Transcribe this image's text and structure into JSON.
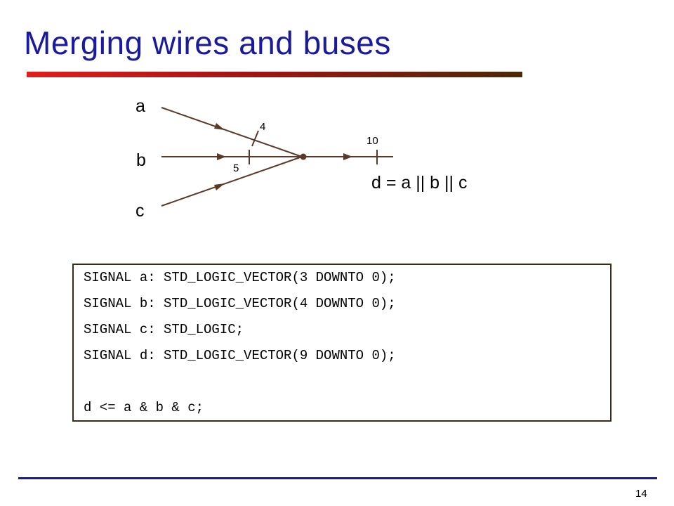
{
  "slide": {
    "title": "Merging wires and buses",
    "page_number": "14"
  },
  "diagram": {
    "inputs": [
      {
        "name": "a",
        "width_label": "4"
      },
      {
        "name": "b",
        "width_label": "5"
      },
      {
        "name": "c"
      }
    ],
    "output": {
      "width_label": "10",
      "expression": "d = a || b || c"
    },
    "colors": {
      "wire": "#5a3a26",
      "text": "#000000"
    }
  },
  "code": {
    "lines": [
      "SIGNAL a: STD_LOGIC_VECTOR(3 DOWNTO 0);",
      "SIGNAL b: STD_LOGIC_VECTOR(4 DOWNTO 0);",
      "SIGNAL c: STD_LOGIC;",
      "SIGNAL d: STD_LOGIC_VECTOR(9 DOWNTO 0);",
      "",
      "d <= a & b & c;"
    ]
  },
  "colors": {
    "title": "#1a1a9c",
    "title_bar_start": "#e0201c",
    "title_bar_end": "#4a2a08",
    "rule": "#1a1a9c"
  }
}
